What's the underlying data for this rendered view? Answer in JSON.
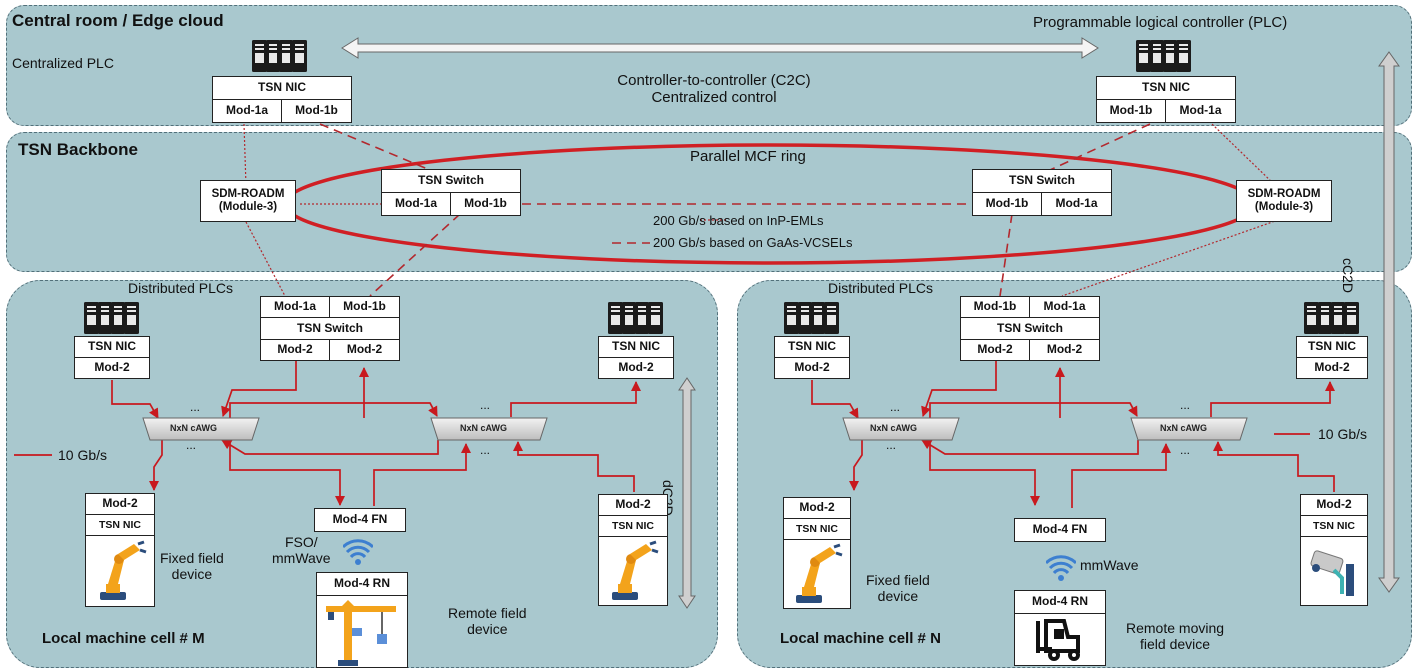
{
  "top": {
    "title": "Central room / Edge cloud",
    "plc_label": "Programmable logical controller (PLC)",
    "centralized_plc": "Centralized PLC",
    "c2c_line1": "Controller-to-controller (C2C)",
    "c2c_line2": "Centralized control",
    "left_nic": {
      "title": "TSN NIC",
      "mod_a": "Mod-1a",
      "mod_b": "Mod-1b"
    },
    "right_nic": {
      "title": "TSN NIC",
      "mod_a": "Mod-1b",
      "mod_b": "Mod-1a"
    }
  },
  "backbone": {
    "title": "TSN Backbone",
    "ring_label": "Parallel MCF ring",
    "roadm_left": {
      "line1": "SDM-ROADM",
      "line2": "(Module-3)"
    },
    "roadm_right": {
      "line1": "SDM-ROADM",
      "line2": "(Module-3)"
    },
    "switch_left": {
      "title": "TSN Switch",
      "mod_a": "Mod-1a",
      "mod_b": "Mod-1b"
    },
    "switch_right": {
      "title": "TSN Switch",
      "mod_a": "Mod-1b",
      "mod_b": "Mod-1a"
    },
    "legend_dotted": "200 Gb/s based on InP-EMLs",
    "legend_dashed": "200 Gb/s based on GaAs-VCSELs",
    "cc2d": "cC2D"
  },
  "cell_m": {
    "title": "Local machine cell # M",
    "distributed_plcs": "Distributed PLCs",
    "switch": {
      "mod_top_a": "Mod-1a",
      "mod_top_b": "Mod-1b",
      "title": "TSN Switch",
      "mod_bot_a": "Mod-2",
      "mod_bot_b": "Mod-2"
    },
    "nic_left": {
      "title": "TSN NIC",
      "mod": "Mod-2"
    },
    "nic_right": {
      "title": "TSN NIC",
      "mod": "Mod-2"
    },
    "awg_left": "NxN cAWG",
    "awg_right": "NxN cAWG",
    "rate": "10 Gb/s",
    "dc2d": "dC2D",
    "device_left": {
      "mod": "Mod-2",
      "nic": "TSN NIC",
      "label_line1": "Fixed field",
      "label_line2": "device"
    },
    "device_right": {
      "mod": "Mod-2",
      "nic": "TSN NIC"
    },
    "fn": "Mod-4 FN",
    "rn": "Mod-4 RN",
    "wireless_line1": "FSO/",
    "wireless_line2": "mmWave",
    "remote_line1": "Remote field",
    "remote_line2": "device",
    "dots": "..."
  },
  "cell_n": {
    "title": "Local machine cell # N",
    "distributed_plcs": "Distributed PLCs",
    "switch": {
      "mod_top_a": "Mod-1b",
      "mod_top_b": "Mod-1a",
      "title": "TSN Switch",
      "mod_bot_a": "Mod-2",
      "mod_bot_b": "Mod-2"
    },
    "nic_left": {
      "title": "TSN NIC",
      "mod": "Mod-2"
    },
    "nic_right": {
      "title": "TSN NIC",
      "mod": "Mod-2"
    },
    "awg_left": "NxN cAWG",
    "awg_right": "NxN cAWG",
    "rate": "10 Gb/s",
    "device_left": {
      "mod": "Mod-2",
      "nic": "TSN NIC",
      "label_line1": "Fixed field",
      "label_line2": "device"
    },
    "device_right": {
      "mod": "Mod-2",
      "nic": "TSN NIC"
    },
    "fn": "Mod-4 FN",
    "rn": "Mod-4 RN",
    "wireless": "mmWave",
    "remote_line1": "Remote moving",
    "remote_line2": "field device",
    "dots": "..."
  },
  "colors": {
    "region_fill": "#a9c8ce",
    "link_red": "#c8191e",
    "box_border": "#222222"
  },
  "icons": [
    "server-rack-icon",
    "robot-arm-icon",
    "crane-icon",
    "forklift-icon",
    "camera-icon",
    "wireless-signal-icon",
    "double-arrow-icon"
  ]
}
